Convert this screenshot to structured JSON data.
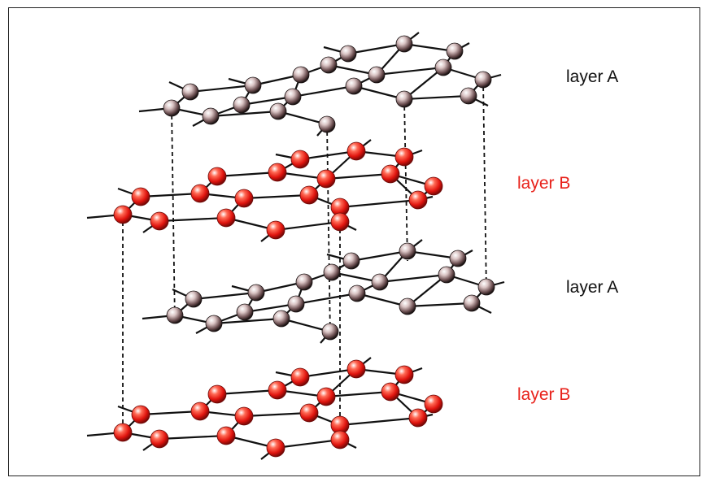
{
  "labels": {
    "layer_a_top": "layer A",
    "layer_b_upper": "layer B",
    "layer_a_lower": "layer A",
    "layer_b_lower": "layer B"
  },
  "colors": {
    "layer_a_atom": "#8a6a6a",
    "layer_a_label": "#111111",
    "layer_b_atom": "#e8221b",
    "layer_b_label": "#e8221b",
    "bond": "#111111"
  }
}
